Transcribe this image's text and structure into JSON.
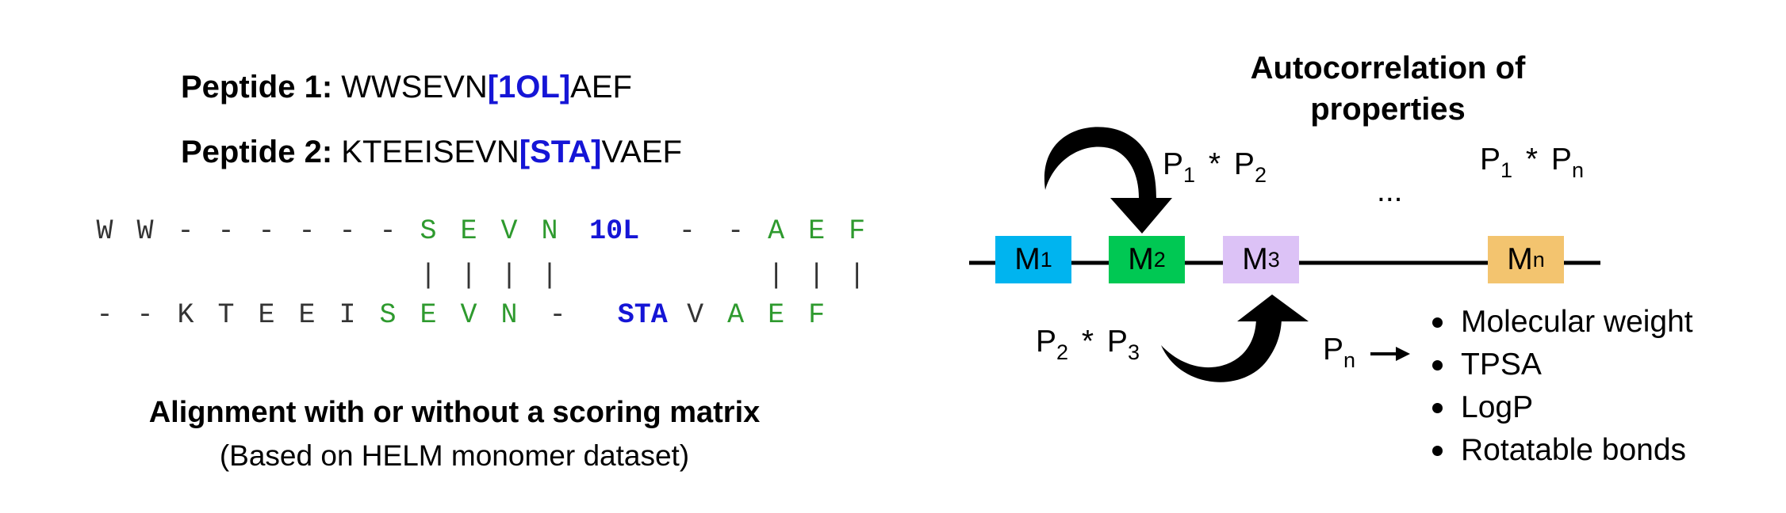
{
  "peptides": {
    "p1_label": "Peptide 1:",
    "p1_pre": "WWSEVN",
    "p1_mod": "[1OL]",
    "p1_post": "AEF",
    "p2_label": "Peptide 2:",
    "p2_pre": "KTEEISEVN",
    "p2_mod": "[STA]",
    "p2_post": "VAEF"
  },
  "alignment": {
    "row1": [
      {
        "t": "W",
        "c": "gray"
      },
      {
        "t": "W",
        "c": "gray"
      },
      {
        "t": "-",
        "c": "gray"
      },
      {
        "t": "-",
        "c": "gray"
      },
      {
        "t": "-",
        "c": "gray"
      },
      {
        "t": "-",
        "c": "gray"
      },
      {
        "t": "-",
        "c": "gray"
      },
      {
        "t": "-",
        "c": "gray"
      },
      {
        "t": "S",
        "c": "match"
      },
      {
        "t": "E",
        "c": "match"
      },
      {
        "t": "V",
        "c": "match"
      },
      {
        "t": "N",
        "c": "match"
      },
      {
        "t": "10L",
        "c": "blue"
      },
      {
        "t": "-",
        "c": "gray"
      },
      {
        "t": "-",
        "c": "gray"
      },
      {
        "t": "A",
        "c": "match"
      },
      {
        "t": "E",
        "c": "match"
      },
      {
        "t": "F",
        "c": "match"
      }
    ],
    "row2": [
      {
        "t": "-",
        "c": "gray"
      },
      {
        "t": "-",
        "c": "gray"
      },
      {
        "t": "K",
        "c": "gray"
      },
      {
        "t": "T",
        "c": "gray"
      },
      {
        "t": "E",
        "c": "gray"
      },
      {
        "t": "E",
        "c": "gray"
      },
      {
        "t": "I",
        "c": "gray"
      },
      {
        "t": "S",
        "c": "match"
      },
      {
        "t": "E",
        "c": "match"
      },
      {
        "t": "V",
        "c": "match"
      },
      {
        "t": "N",
        "c": "match"
      },
      {
        "t": "-",
        "c": "gray"
      },
      {
        "t": "STA",
        "c": "blue"
      },
      {
        "t": "V",
        "c": "gray"
      },
      {
        "t": "A",
        "c": "match"
      },
      {
        "t": "E",
        "c": "match"
      },
      {
        "t": "F",
        "c": "match"
      }
    ],
    "bar_symbol": "|"
  },
  "left_caption": {
    "bold": "Alignment with or without a scoring matrix",
    "sub": "(Based on HELM monomer dataset)"
  },
  "right": {
    "title_line1": "Autocorrelation of",
    "title_line2": "properties",
    "prod12": {
      "a": "P",
      "a_sub": "1",
      "op": "*",
      "b": "P",
      "b_sub": "2"
    },
    "prod1n": {
      "a": "P",
      "a_sub": "1",
      "op": "*",
      "b": "P",
      "b_sub": "n"
    },
    "prod23": {
      "a": "P",
      "a_sub": "2",
      "op": "*",
      "b": "P",
      "b_sub": "3"
    },
    "ellipsis": "...",
    "monomers": [
      {
        "label": "M",
        "sub": "1",
        "color": "#00b4ef"
      },
      {
        "label": "M",
        "sub": "2",
        "color": "#00c853"
      },
      {
        "label": "M",
        "sub": "3",
        "color": "#dcc2f6"
      },
      {
        "label": "M",
        "sub": "n",
        "color": "#f3c46f"
      }
    ],
    "pn": {
      "label": "P",
      "sub": "n"
    },
    "properties": [
      "Molecular weight",
      "TPSA",
      "LogP",
      "Rotatable bonds"
    ]
  },
  "icons": [
    "curved-arrow-down-icon",
    "curved-arrow-up-icon",
    "right-arrow-icon",
    "bullet-icon"
  ]
}
